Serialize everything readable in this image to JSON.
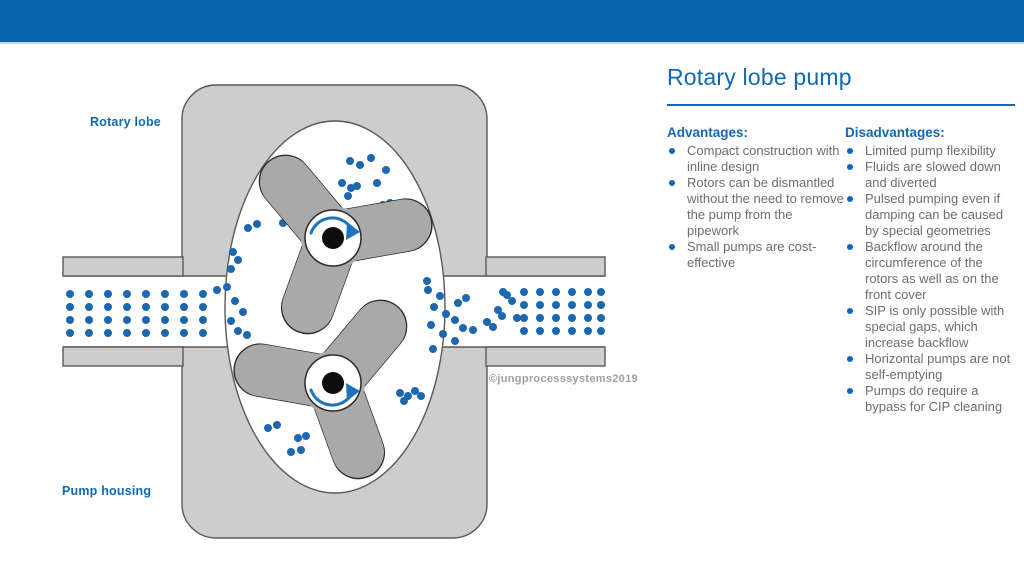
{
  "header": {
    "color": "#0a64ad"
  },
  "panel": {
    "title": "Rotary lobe pump",
    "advantages": {
      "heading": "Advantages:",
      "items": [
        "Compact construction with inline design",
        "Rotors can be dismantled without the need to remove the pump from the pipework",
        "Small pumps are cost-effective"
      ]
    },
    "disadvantages": {
      "heading": "Disadvantages:",
      "items": [
        "Limited pump flexibility",
        "Fluids are slowed down and diverted",
        "Pulsed pumping even if damping can be caused by special geometries",
        "Backflow around the circumference of the rotors as well as on the front cover",
        "SIP is only possible with special gaps, which increase backflow",
        "Horizontal pumps are not self-emptying",
        "Pumps do require a bypass for CIP cleaning"
      ]
    }
  },
  "diagram": {
    "labels": {
      "rotary_lobe": "Rotary lobe",
      "pump_housing": "Pump housing"
    },
    "watermark": "©jungprocesssystems2019",
    "colors": {
      "accent_blue": "#1268b2",
      "dot_blue": "#1d67b0",
      "arc_blue": "#1c75bc",
      "housing_fill": "#cdcdcd",
      "housing_stroke": "#58595b",
      "rotor_fill": "#a9a9a9",
      "rotor_stroke": "#2b2b2b",
      "body_text": "#6e6e6e",
      "watermark_gray": "#a0a0a0"
    },
    "particles": {
      "dot_radius": 4,
      "left_grid": {
        "cols": [
          70,
          89,
          108,
          127,
          146,
          165,
          184,
          203
        ],
        "rows": [
          294,
          307,
          320,
          333
        ]
      },
      "right_grid": {
        "cols": [
          524,
          540,
          556,
          572,
          588,
          601
        ],
        "rows": [
          292,
          305,
          318,
          331
        ]
      },
      "scatter": [
        [
          217,
          290
        ],
        [
          227,
          287
        ],
        [
          235,
          301
        ],
        [
          243,
          312
        ],
        [
          231,
          321
        ],
        [
          238,
          331
        ],
        [
          247,
          335
        ],
        [
          342,
          183
        ],
        [
          351,
          188
        ],
        [
          357,
          186
        ],
        [
          348,
          196
        ],
        [
          377,
          183
        ],
        [
          383,
          205
        ],
        [
          390,
          203
        ],
        [
          360,
          165
        ],
        [
          371,
          158
        ],
        [
          350,
          161
        ],
        [
          386,
          170
        ],
        [
          283,
          223
        ],
        [
          248,
          228
        ],
        [
          257,
          224
        ],
        [
          233,
          252
        ],
        [
          238,
          260
        ],
        [
          231,
          269
        ],
        [
          428,
          290
        ],
        [
          440,
          296
        ],
        [
          434,
          307
        ],
        [
          446,
          314
        ],
        [
          431,
          325
        ],
        [
          443,
          334
        ],
        [
          455,
          341
        ],
        [
          433,
          349
        ],
        [
          427,
          281
        ],
        [
          268,
          428
        ],
        [
          277,
          425
        ],
        [
          298,
          438
        ],
        [
          306,
          436
        ],
        [
          291,
          452
        ],
        [
          301,
          450
        ],
        [
          400,
          393
        ],
        [
          408,
          396
        ],
        [
          415,
          391
        ],
        [
          421,
          396
        ],
        [
          404,
          401
        ],
        [
          455,
          320
        ],
        [
          463,
          328
        ],
        [
          473,
          330
        ],
        [
          458,
          303
        ],
        [
          466,
          298
        ],
        [
          487,
          322
        ],
        [
          493,
          327
        ],
        [
          498,
          310
        ],
        [
          502,
          316
        ],
        [
          507,
          295
        ],
        [
          512,
          301
        ],
        [
          503,
          292
        ],
        [
          517,
          318
        ]
      ]
    }
  }
}
